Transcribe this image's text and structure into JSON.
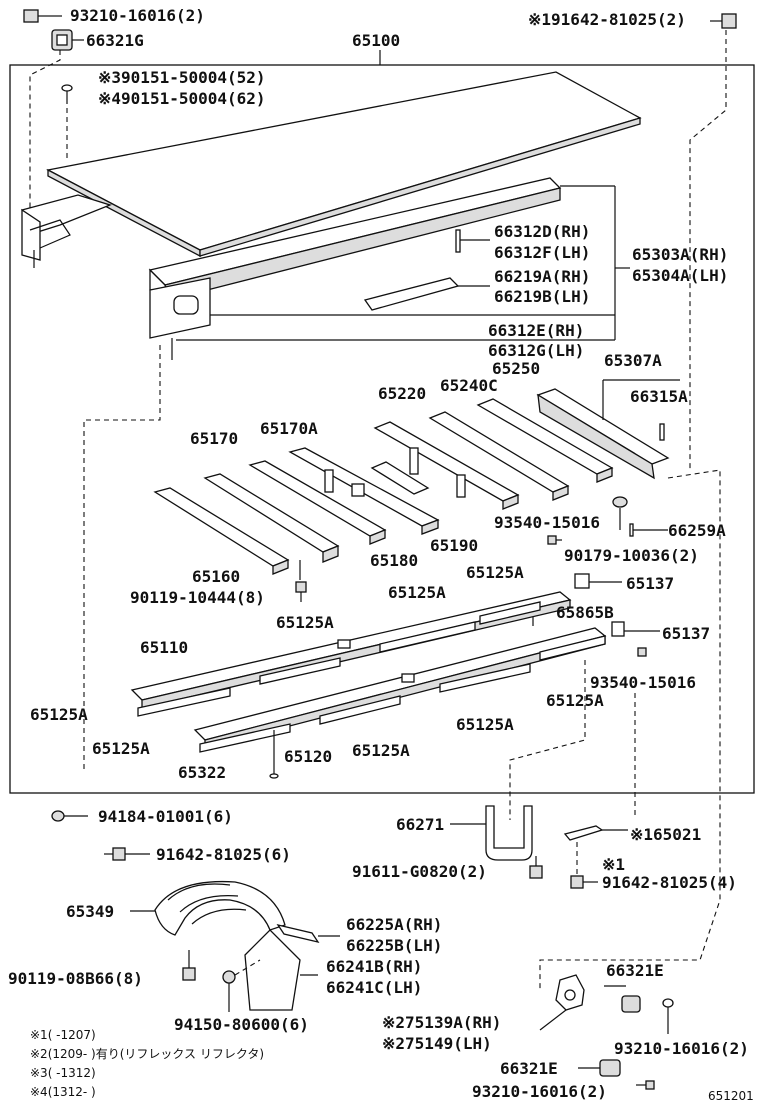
{
  "labels": {
    "p93210_a": "93210-16016(2)",
    "p66321G": "66321G",
    "p91642_top": "※191642-81025(2)",
    "p65100": "65100",
    "p90151_52": "※390151-50004(52)",
    "p90151_62": "※490151-50004(62)",
    "p66312D": "66312D(RH)",
    "p66312F": "66312F(LH)",
    "p65303A": "65303A(RH)",
    "p65304A": "65304A(LH)",
    "p66219A": "66219A(RH)",
    "p66219B": "66219B(LH)",
    "p66312E": "66312E(RH)",
    "p66312G": "66312G(LH)",
    "p65307A": "65307A",
    "p65250": "65250",
    "p65220": "65220",
    "p65240C": "65240C",
    "p66315A": "66315A",
    "p65170": "65170",
    "p65170A": "65170A",
    "p93540_a": "93540-15016",
    "p66259A": "66259A",
    "p90179": "90179-10036(2)",
    "p65180": "65180",
    "p65190": "65190",
    "p65160": "65160",
    "p90119_10444": "90119-10444(8)",
    "p65125A_1": "65125A",
    "p65137_a": "65137",
    "p65125A_2": "65125A",
    "p65865B": "65865B",
    "p65125A_3": "65125A",
    "p65137_b": "65137",
    "p65110": "65110",
    "p93540_b": "93540-15016",
    "p65125A_4": "65125A",
    "p65125A_5": "65125A",
    "p65125A_6": "65125A",
    "p65125A_7": "65125A",
    "p65120": "65120",
    "p65125A_8": "65125A",
    "p65322": "65322",
    "p94184": "94184-01001(6)",
    "p91642_6": "91642-81025(6)",
    "p66271": "66271",
    "p65021": "※165021",
    "p91611": "91611-G0820(2)",
    "p91642_4_mark": "※1",
    "p91642_4": "91642-81025(4)",
    "p65349": "65349",
    "p66225A": "66225A(RH)",
    "p66225B": "66225B(LH)",
    "p90119_08B66": "90119-08B66(8)",
    "p66241B": "66241B(RH)",
    "p66241C": "66241C(LH)",
    "p94150": "94150-80600(6)",
    "p66321E_a": "66321E",
    "p75139A": "※275139A(RH)",
    "p93210_b": "93210-16016(2)",
    "p75149": "※275149(LH)",
    "p66321E_b": "66321E",
    "p93210_c": "93210-16016(2)"
  },
  "notes": [
    "※1(    -1207)",
    "※2(1209-    )有り(リフレックス リフレクタ)",
    "※3(    -1312)",
    "※4(1312-    )"
  ],
  "diagram_id": "651201"
}
